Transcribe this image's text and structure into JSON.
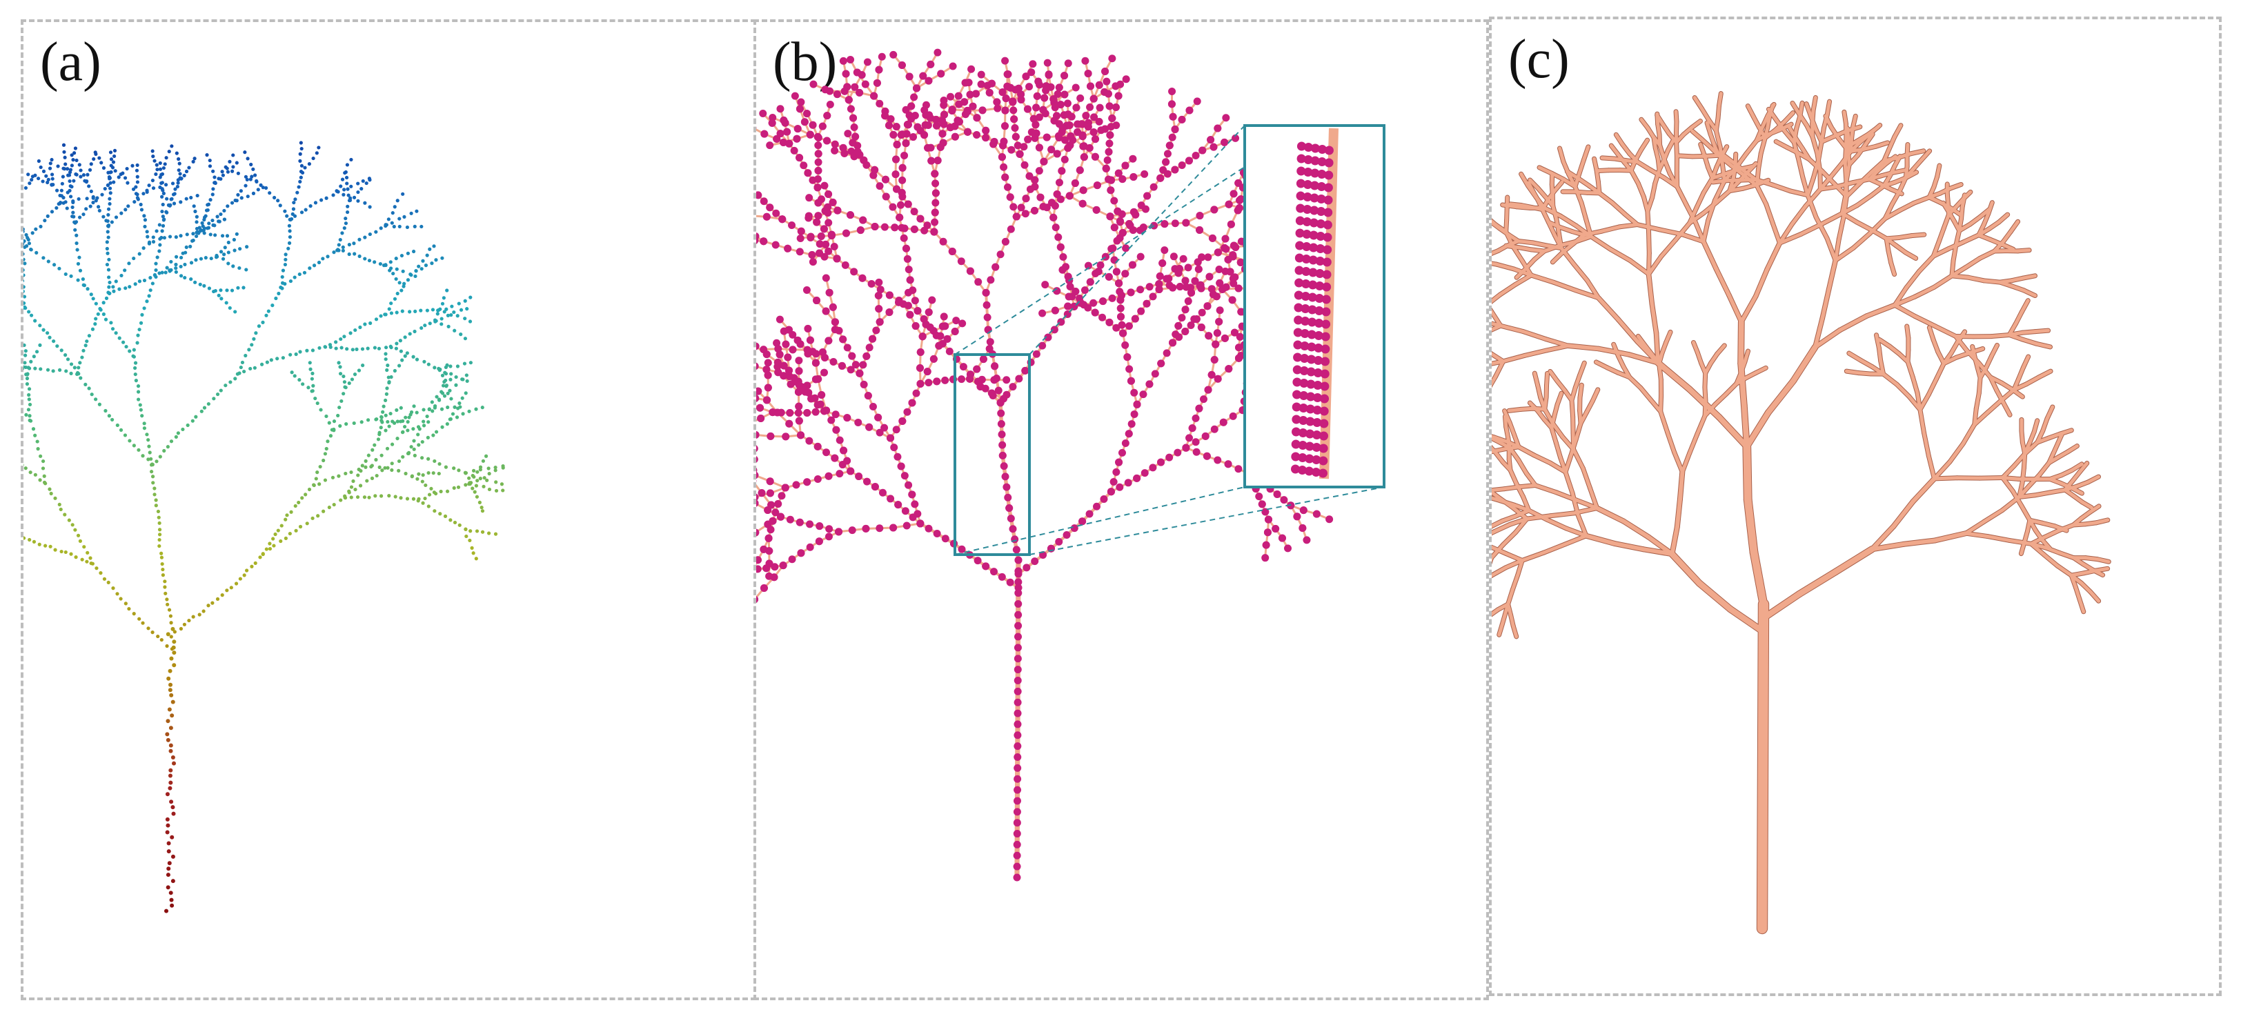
{
  "panels": [
    {
      "id": "a",
      "label": "(a)"
    },
    {
      "id": "b",
      "label": "(b)"
    },
    {
      "id": "c",
      "label": "(c)"
    }
  ],
  "colors": {
    "frame": "#bdbdbd",
    "cylinder": "#f0a98c",
    "cylinder_edge": "#a8604a",
    "node": "#c81e7c",
    "inset_frame": "#2e8b9a",
    "pointcloud_gradient": [
      "#0b1a8c",
      "#1560b8",
      "#22a6b8",
      "#4cb87a",
      "#a8b628",
      "#b08a10",
      "#a02020",
      "#8a1010"
    ]
  }
}
